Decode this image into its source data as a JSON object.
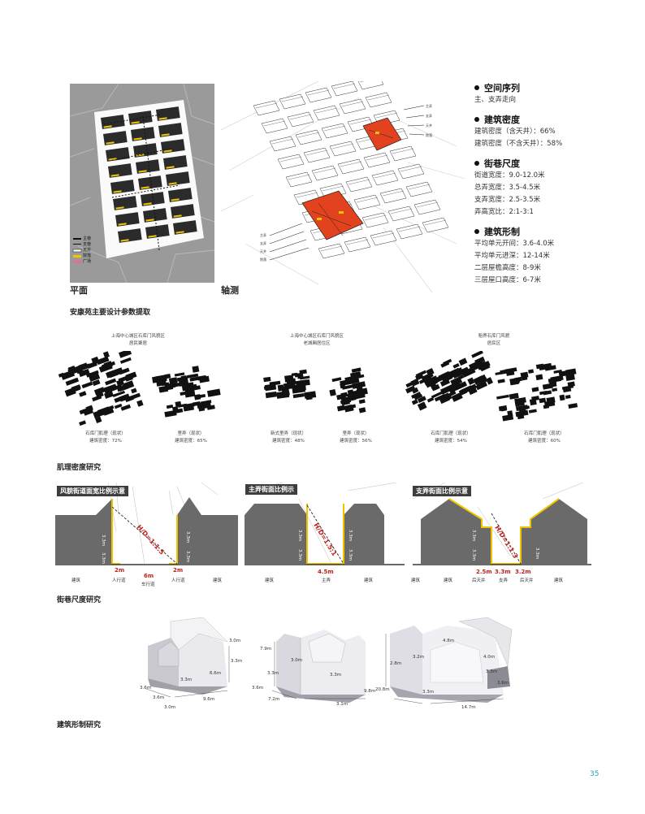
{
  "colors": {
    "accent": "#2a9fb0",
    "red": "#c0201a",
    "orange": "#e2431e",
    "yellow": "#f2c400",
    "dark": "#2b2b2b",
    "gray": "#6a6a6a"
  },
  "top": {
    "plan_label": "平面",
    "axo_label": "轴测",
    "legend": [
      "主巷",
      "支巷",
      "天井",
      "院落",
      "广场"
    ],
    "caption": "安康苑主要设计参数提取",
    "sections": [
      {
        "title": "空间序列",
        "lines": [
          "主、支弄走向"
        ]
      },
      {
        "title": "建筑密度",
        "lines": [
          "建筑密度（含天井）：66%",
          "建筑密度（不含天井）：58%"
        ]
      },
      {
        "title": "街巷尺度",
        "lines": [
          "街道宽度：9.0-12.0米",
          "总弄宽度：3.5-4.5米",
          "支弄宽度：2.5-3.5米",
          "弄高宽比：2:1-3:1"
        ]
      },
      {
        "title": "建筑形制",
        "lines": [
          "平均单元开间：3.6-4.0米",
          "平均单元进深：12-14米",
          "二层屋檐高度：8-9米",
          "三层屋口高度：6-7米"
        ]
      }
    ]
  },
  "density": {
    "caption": "肌理密度研究",
    "groups": [
      {
        "title": "上海中心城区石库门风貌区",
        "subtitle": "居民聚居"
      },
      {
        "title": "上海中心城区石库门风貌区",
        "subtitle": "老城厢居住区"
      },
      {
        "title": "租界石库门风貌",
        "subtitle": "居民区"
      }
    ],
    "items": [
      {
        "line1": "石库门肌理（现状）",
        "line2": "建筑密度：72%"
      },
      {
        "line1": "里弄（现状）",
        "line2": "建筑密度：65%"
      },
      {
        "line1": "新式里弄（现状）",
        "line2": "建筑密度：48%"
      },
      {
        "line1": "里弄（现状）",
        "line2": "建筑密度：56%"
      },
      {
        "line1": "石库门肌理（现状）",
        "line2": "建筑密度：54%"
      },
      {
        "line1": "石库门肌理（现状）",
        "line2": "建筑密度：60%"
      }
    ]
  },
  "streets": {
    "caption": "街巷尺度研究",
    "panels": [
      {
        "title": "风貌街道面宽比例示意",
        "ratio": "H/D=1:1.5",
        "dims": [
          "2m",
          "6m",
          "2m"
        ],
        "heights": [
          "3.3m",
          "3.3m",
          "3.3m",
          "3.3m"
        ],
        "labels": [
          "建筑",
          "人行道",
          "车行道",
          "人行道",
          "建筑"
        ]
      },
      {
        "title": "主弄街面比例示",
        "ratio": "H/D=1.5:1",
        "dims": [
          "4.5m"
        ],
        "heights": [
          "3.3m",
          "3.3m",
          "3.3m",
          "3.3m"
        ],
        "labels": [
          "建筑",
          "主弄",
          "建筑"
        ]
      },
      {
        "title": "支弄街面比例示意",
        "ratio": "H/D=1:1.3",
        "dims": [
          "2.5m",
          "3.3m",
          "3.2m"
        ],
        "heights": [
          "3.3m",
          "3.3m",
          "3.3m"
        ],
        "labels": [
          "建筑",
          "建筑",
          "后天井",
          "支弄",
          "后天井",
          "建筑"
        ]
      }
    ]
  },
  "forms": {
    "caption": "建筑形制研究",
    "m1": [
      "3.0m",
      "6.6m",
      "3.3m",
      "3.3m",
      "3.6m",
      "9.6m",
      "3.6m",
      "3.0m"
    ],
    "m2": [
      "7.9m",
      "3.0m",
      "3.3m",
      "3.3m",
      "3.6m",
      "7.2m",
      "9.8m",
      "3.1m"
    ],
    "m3": [
      "4.8m",
      "3.2m",
      "4.0m",
      "3.3m",
      "2.8m",
      "20.8m",
      "3.3m",
      "14.7m",
      "3.6m"
    ]
  },
  "page_number": "35"
}
